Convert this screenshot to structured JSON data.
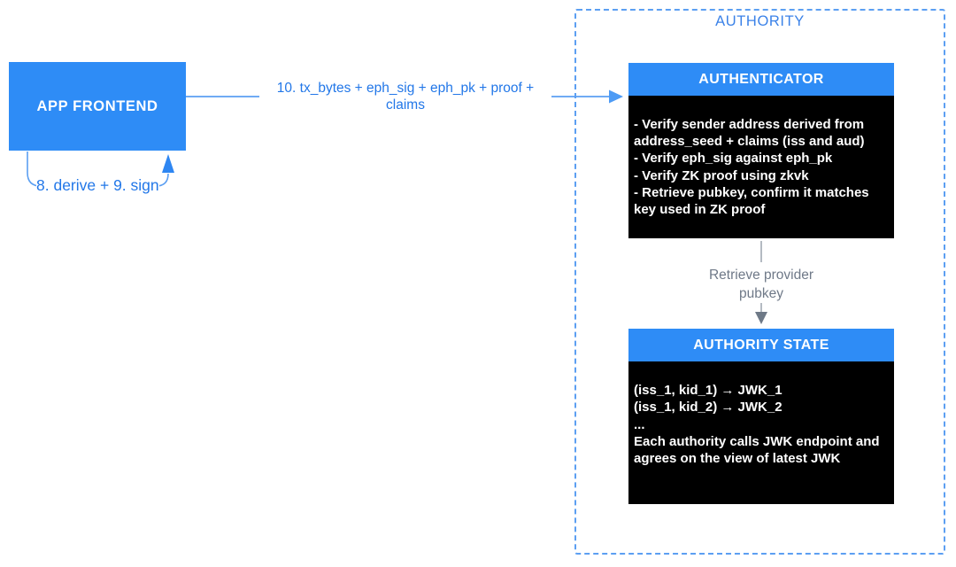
{
  "diagram_title": "AUTHORITY",
  "colors": {
    "node_blue": "#2e8cf6",
    "label_blue": "#2277e8",
    "line_blue": "#5c9ff2",
    "arrowhead_blue": "#2e86f2",
    "boundary_dash_blue": "#5c9ff2",
    "gray_text": "#6f7988",
    "gray_line": "#9aa2ae",
    "gray_arrowhead": "#6e7987",
    "panel_black": "#000000",
    "text_white": "#ffffff"
  },
  "app_frontend": {
    "label": "APP FRONTEND"
  },
  "flow_arrow": {
    "label_line1": "10. tx_bytes + eph_sig + eph_pk + proof +",
    "label_line2": "claims"
  },
  "derive_sign_arrow": {
    "label": "8. derive + 9. sign"
  },
  "authority": {
    "title": "AUTHORITY",
    "authenticator": {
      "title": "AUTHENTICATOR",
      "body_lines": [
        "- Verify sender address derived from",
        "address_seed + claims (iss and aud)",
        "- Verify eph_sig against eph_pk",
        "- Verify ZK proof using zkvk",
        "- Retrieve pubkey, confirm it matches",
        "key used in ZK proof"
      ]
    },
    "retrieve_arrow": {
      "label_line1": "Retrieve provider",
      "label_line2": "pubkey"
    },
    "authority_state": {
      "title": "AUTHORITY STATE",
      "body_lines": [
        "(iss_1, kid_1) → JWK_1",
        "(iss_1, kid_2) → JWK_2",
        "...",
        "Each authority calls JWK endpoint and",
        "agrees on the view of latest JWK"
      ]
    }
  }
}
